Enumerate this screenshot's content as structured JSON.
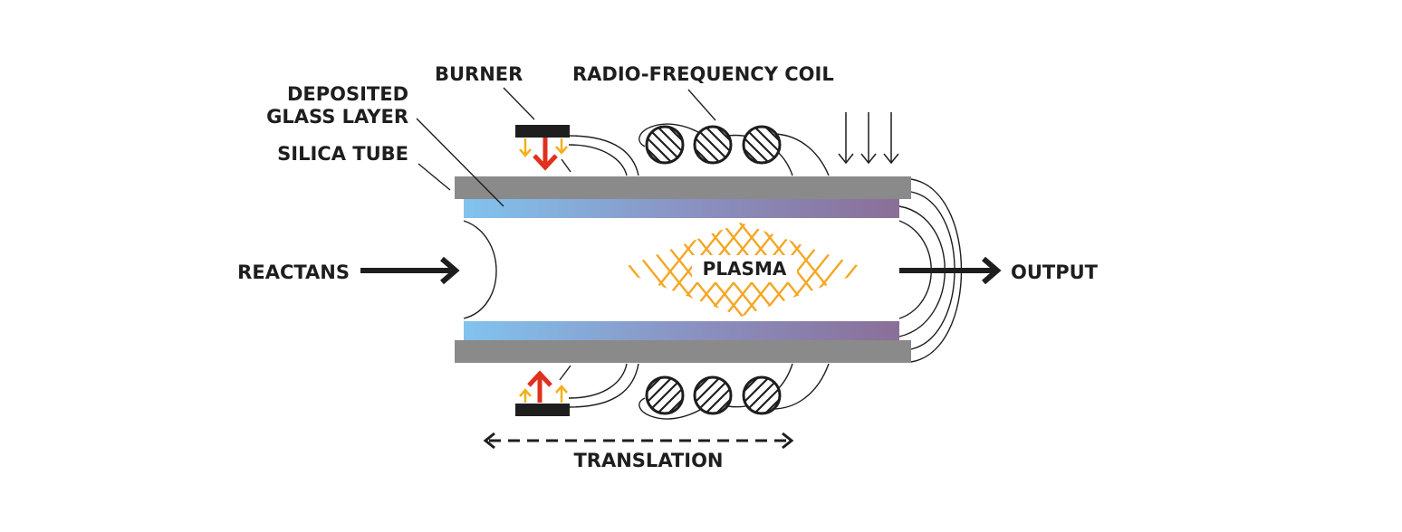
{
  "labels": {
    "burner": "BURNER",
    "coil": "RADIO-FREQUENCY COIL",
    "deposited_line1": "DEPOSITED",
    "deposited_line2": "GLASS LAYER",
    "silica": "SILICA TUBE",
    "reactans": "REACTANS",
    "output": "OUTPUT",
    "plasma": "PLASMA",
    "translation": "TRANSLATION"
  },
  "colors": {
    "ink": "#1e1e1e",
    "tube_gray": "#8a8a8a",
    "layer_start": "#82c3ee",
    "layer_end": "#8a6f98",
    "plasma_orange": "#f5a623",
    "flame_red": "#e0301e",
    "flame_yellow": "#f2b01e"
  }
}
